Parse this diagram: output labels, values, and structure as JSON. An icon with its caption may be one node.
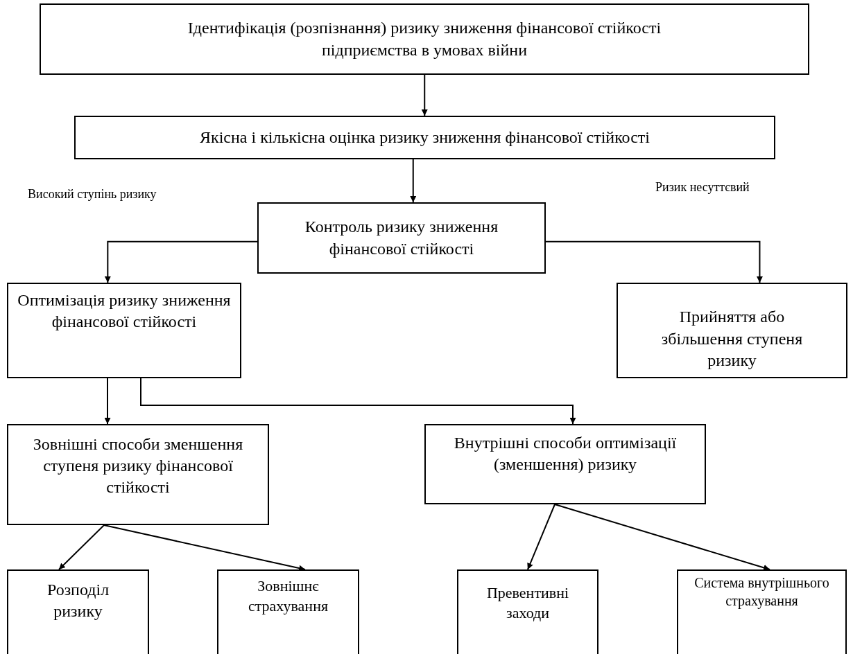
{
  "diagram": {
    "nodes": [
      {
        "text": [
          "Ідентифікація (розпізнання) ризику зниження фінансової стійкості підприємства в умовах війни"
        ]
      },
      {
        "text": [
          "Якісна і кількісна оцінка ризику зниження фінансової стійкості"
        ]
      },
      {
        "text": [
          "Контроль ризику зниження фінансової стійкості"
        ]
      },
      {
        "text": [
          "Оптимізація ризику зниження фінансової стійкості"
        ]
      },
      {
        "text": [
          "Прийняття або збільшення ступеня ризику"
        ]
      },
      {
        "text": [
          "Зовнішні способи зменшення ступеня ризику фінансової стійкості"
        ]
      },
      {
        "text": [
          "Внутрішні способи оптимізації (зменшення) ризику"
        ]
      },
      {
        "text": [
          "Розподіл ризику"
        ]
      },
      {
        "text": [
          "Зовнішнє страхування"
        ]
      },
      {
        "text": [
          "Превентивні заходи"
        ]
      },
      {
        "text": [
          "Система внутрішнього страхування"
        ]
      }
    ],
    "edges": [
      {
        "from": 0,
        "to": 1,
        "arrow": "to"
      },
      {
        "from": 1,
        "to": 2,
        "arrow": "to"
      },
      {
        "from": 2,
        "to": 3,
        "arrow": "to"
      },
      {
        "from": 2,
        "to": 4,
        "arrow": "to"
      },
      {
        "from": 3,
        "to": 5,
        "arrow": "to"
      },
      {
        "from": 3,
        "to": 6,
        "arrow": "to"
      },
      {
        "from": 5,
        "to": 7,
        "arrow": "to"
      },
      {
        "from": 5,
        "to": 8,
        "arrow": "to"
      },
      {
        "from": 6,
        "to": 9,
        "arrow": "to"
      },
      {
        "from": 6,
        "to": 10,
        "arrow": "to"
      }
    ],
    "labels": [
      "Високий ступінь ризику",
      "Ризик несуттєвий"
    ]
  }
}
